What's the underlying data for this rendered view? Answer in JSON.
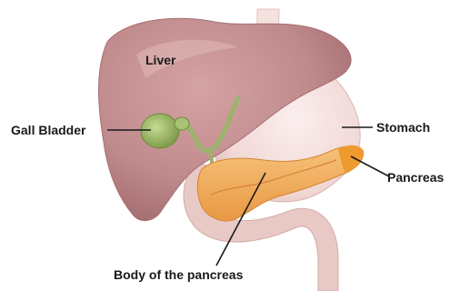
{
  "labels": {
    "liver": "Liver",
    "gall_bladder": "Gall Bladder",
    "stomach": "Stomach",
    "pancreas": "Pancreas",
    "body_of_pancreas": "Body of the pancreas"
  },
  "colors": {
    "liver": "#bf8a8c",
    "liver_shadow": "#9f6769",
    "stomach": "#f1d8d6",
    "duodenum": "#e9c9c6",
    "gall_bladder": "#9db76b",
    "pancreas": "#f3b167",
    "pancreas_tail": "#ef9a2f",
    "esophagus": "#f5e2df"
  }
}
